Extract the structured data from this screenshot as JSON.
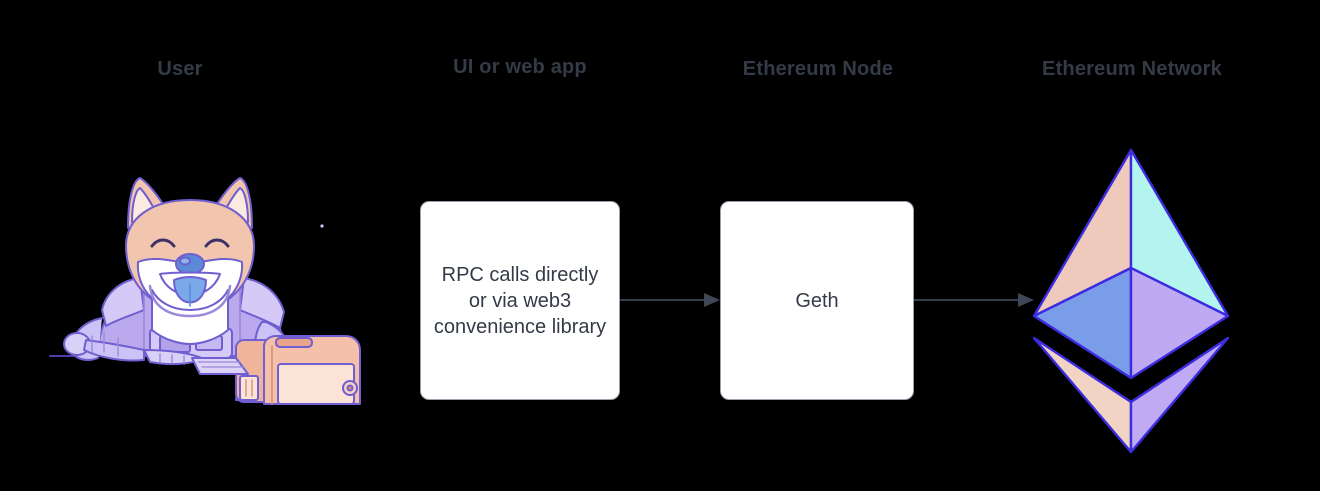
{
  "diagram": {
    "background_color": "#000000",
    "title_color": "#343b47",
    "body_text_color": "#343b47",
    "box_fill": "#ffffff",
    "box_border": "#9aa0ac",
    "arrow_color": "#3f4756",
    "columns": [
      {
        "id": "user",
        "title": "User"
      },
      {
        "id": "webapp",
        "title": "UI or web app"
      },
      {
        "id": "node",
        "title": "Ethereum Node"
      },
      {
        "id": "network",
        "title": "Ethereum Network"
      }
    ],
    "boxes": [
      {
        "id": "rpc",
        "label": "RPC calls directly or via web3 convenience library"
      },
      {
        "id": "geth",
        "label": "Geth"
      }
    ],
    "arrows": [
      {
        "id": "arrow-1",
        "from": "webapp",
        "to": "node"
      },
      {
        "id": "arrow-2",
        "from": "node",
        "to": "network"
      }
    ],
    "illustrations": [
      {
        "id": "user-art",
        "name": "shiba-inu-at-computer-illustration",
        "colors": {
          "fur": "#f2c5ae",
          "fur_light": "#fbeadf",
          "muzzle": "#ffffff",
          "nose": "#5b8ad6",
          "tongue": "#7aa8e8",
          "suit": "#b9a9ee",
          "suit_light": "#d7cdf7",
          "suit_dark": "#9b88d9",
          "computer": "#f0b49c",
          "computer_light": "#fbe3d8",
          "outline": "#6f5fd0"
        }
      },
      {
        "id": "eth-logo",
        "name": "ethereum-diamond-logo",
        "colors": {
          "top_left": "#eec9bc",
          "top_right": "#b3f5ee",
          "mid_left": "#7b9ce8",
          "mid_right": "#bfa9f2",
          "bottom_left": "#f2d4c4",
          "bottom_right": "#c0aaf3",
          "outline": "#3b2ce0"
        }
      }
    ]
  }
}
